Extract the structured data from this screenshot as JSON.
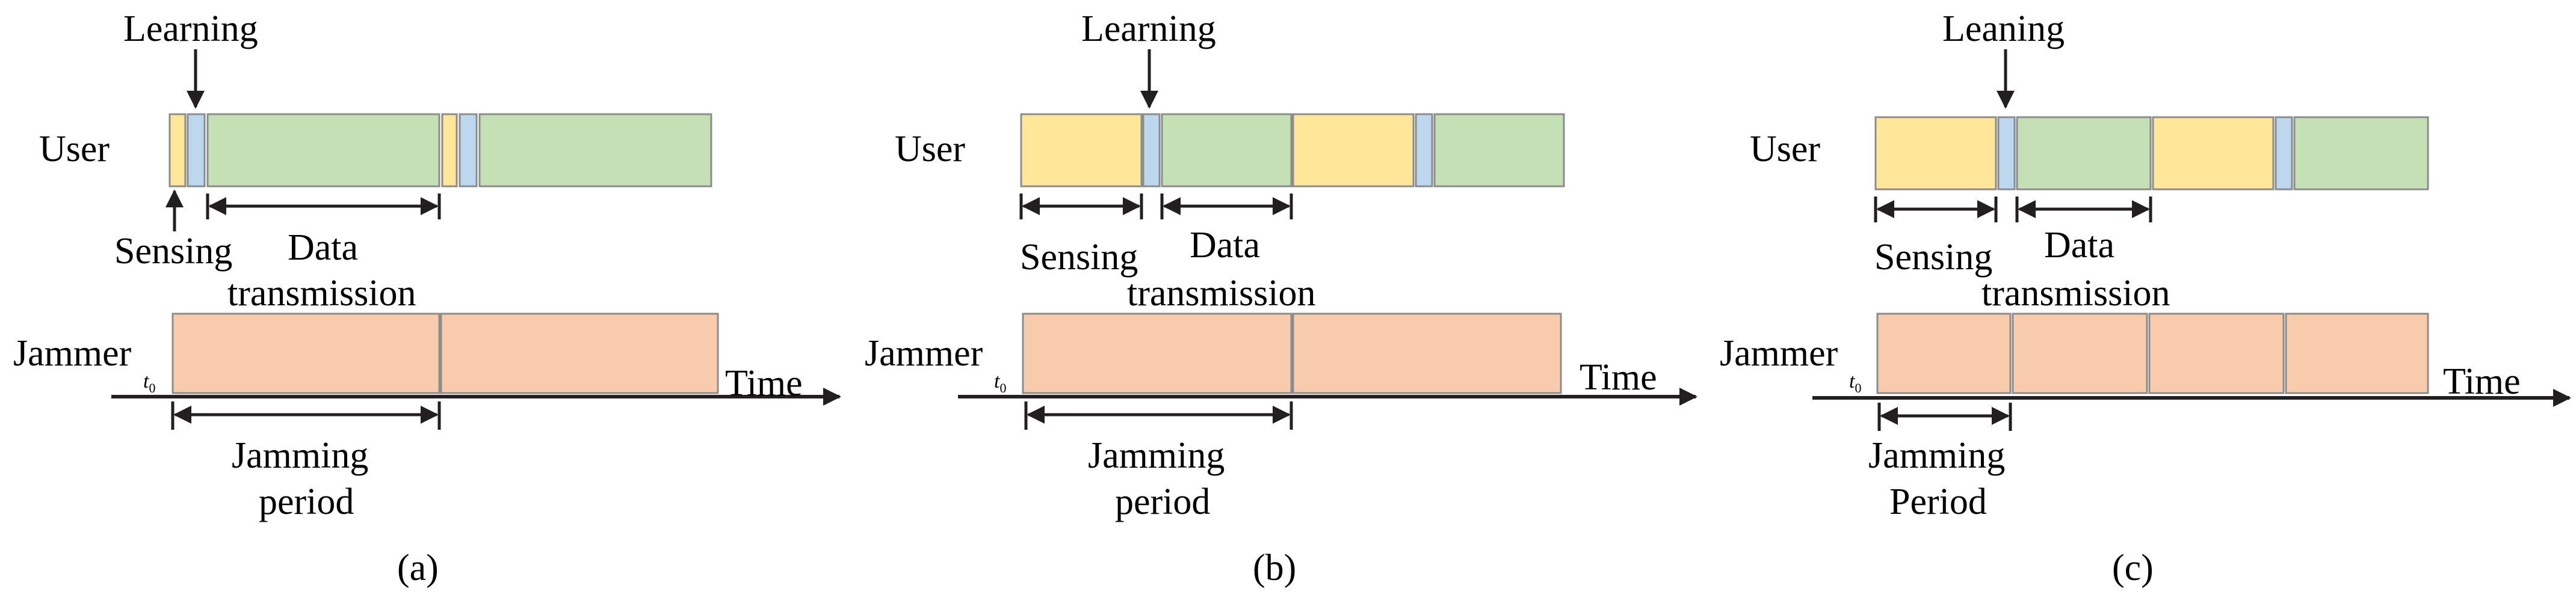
{
  "panels": [
    {
      "caption": "(a)",
      "user_label": "User",
      "jammer_label": "Jammer",
      "t0_label": "t",
      "t0_sub": "0",
      "time_label": "Time",
      "learning_label": "Learning",
      "sensing_label": "Sensing",
      "data_label_1": "Data",
      "data_label_2": "transmission",
      "jamming_label_1": "Jamming",
      "jamming_label_2": "period",
      "sensing_marker": "arrow",
      "user_slots": [
        "sensing",
        "learning",
        "data",
        "sensing",
        "learning",
        "data"
      ],
      "jamming_slots": 2
    },
    {
      "caption": "(b)",
      "user_label": "User",
      "jammer_label": "Jammer",
      "t0_label": "t",
      "t0_sub": "0",
      "time_label": "Time",
      "learning_label": "Learning",
      "sensing_label": "Sensing",
      "data_label_1": "Data",
      "data_label_2": "transmission",
      "jamming_label_1": "Jamming",
      "jamming_label_2": "period",
      "sensing_marker": "span",
      "user_slots": [
        "sensing",
        "learning",
        "data",
        "sensing",
        "learning",
        "data"
      ],
      "jamming_slots": 2
    },
    {
      "caption": "(c)",
      "user_label": "User",
      "jammer_label": "Jammer",
      "t0_label": "t",
      "t0_sub": "0",
      "time_label": "Time",
      "learning_label": "Leaning",
      "sensing_label": "Sensing",
      "data_label_1": "Data",
      "data_label_2": "transmission",
      "jamming_label_1": "Jamming",
      "jamming_label_2": "Period",
      "sensing_marker": "span",
      "user_slots": [
        "sensing",
        "learning",
        "data",
        "sensing",
        "learning",
        "data"
      ],
      "jamming_slots": 4
    }
  ],
  "colors": {
    "sensing": "#FFE699",
    "learning": "#BDD7EE",
    "data": "#C5E0B4",
    "jamming": "#F8CBAD",
    "outline": "#8C8C8C",
    "ink": "#231F20"
  }
}
